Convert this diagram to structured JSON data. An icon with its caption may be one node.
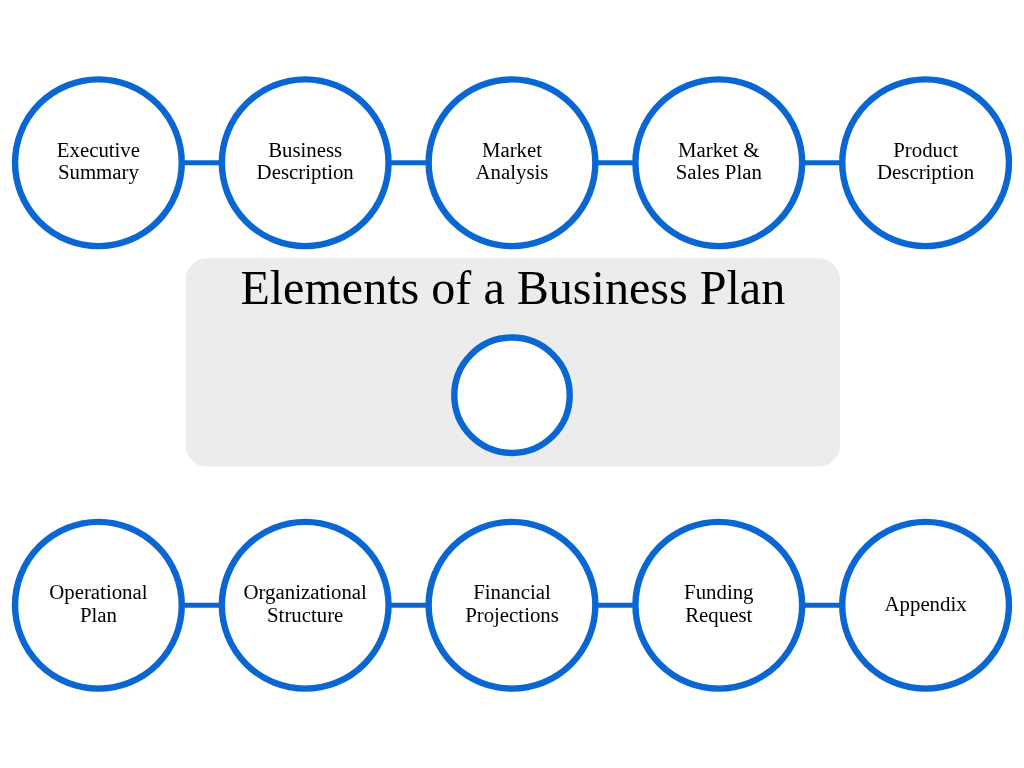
{
  "diagram": {
    "nodes": [
      {
        "text": [
          "Executive Summary"
        ]
      },
      {
        "text": [
          "Business Description"
        ]
      },
      {
        "text": [
          "Market Analysis"
        ]
      },
      {
        "text": [
          "Market & Sales Plan"
        ]
      },
      {
        "text": [
          "Product Description"
        ]
      },
      {
        "text": [
          "Elements of a Business Plan"
        ]
      },
      {
        "text": [],
        "shape": "circle",
        "in": 5
      },
      {
        "text": [
          "Operational Plan"
        ]
      },
      {
        "text": [
          "Organizational Structure"
        ]
      },
      {
        "text": [
          "Financial Projections"
        ]
      },
      {
        "text": [
          "Funding Request"
        ]
      },
      {
        "text": [
          "Appendix"
        ]
      }
    ],
    "edges": [
      {
        "from": 0,
        "to": 1,
        "arrow": "none"
      },
      {
        "from": 1,
        "to": 2,
        "arrow": "none"
      },
      {
        "from": 2,
        "to": 3,
        "arrow": "none"
      },
      {
        "from": 3,
        "to": 4,
        "arrow": "none"
      },
      {
        "from": 7,
        "to": 8,
        "arrow": "none"
      },
      {
        "from": 8,
        "to": 9,
        "arrow": "none"
      },
      {
        "from": 9,
        "to": 10,
        "arrow": "none"
      },
      {
        "from": 10,
        "to": 11,
        "arrow": "none"
      }
    ]
  }
}
